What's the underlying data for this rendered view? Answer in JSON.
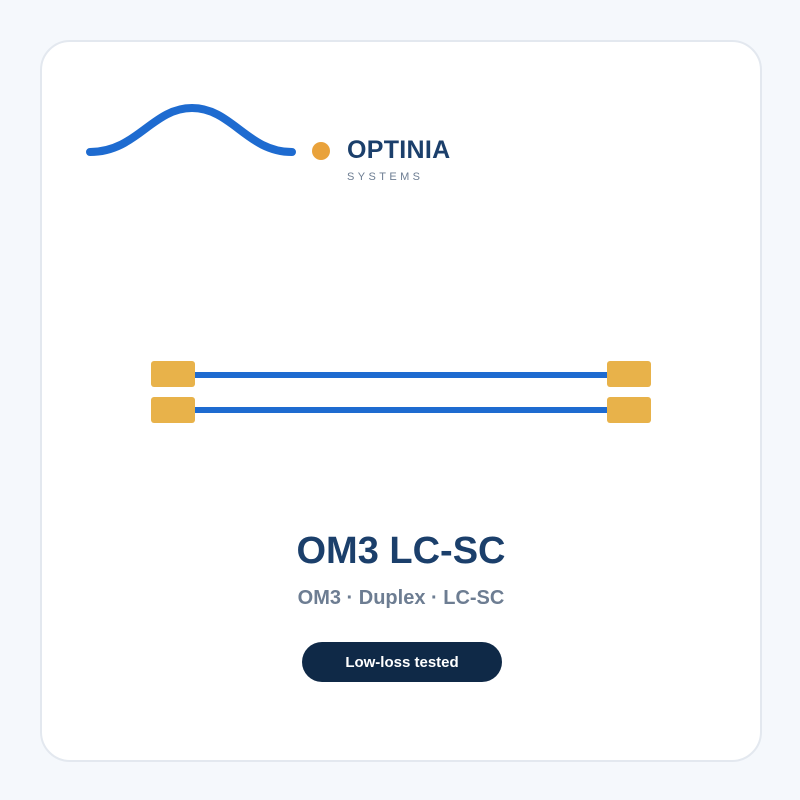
{
  "brand": {
    "name": "OPTINIA",
    "tagline": "SYSTEMS"
  },
  "product": {
    "title": "OM3 LC-SC",
    "subtitle": "OM3 · Duplex · LC-SC",
    "badge": "Low-loss tested"
  },
  "icons": {
    "logo": "wave-icon",
    "logo_dot": "dot-icon",
    "product_image": "fiber-patch-cable-icon"
  },
  "colors": {
    "page_background": "#f5f8fc",
    "card_background": "#ffffff",
    "brand_text": "#1b3f6b",
    "muted_text": "#6d7d92",
    "accent_blue": "#1e6bd0",
    "accent_orange": "#e9a23b",
    "connector": "#e8b24a",
    "badge_background": "#0f2947",
    "badge_text": "#ffffff"
  }
}
